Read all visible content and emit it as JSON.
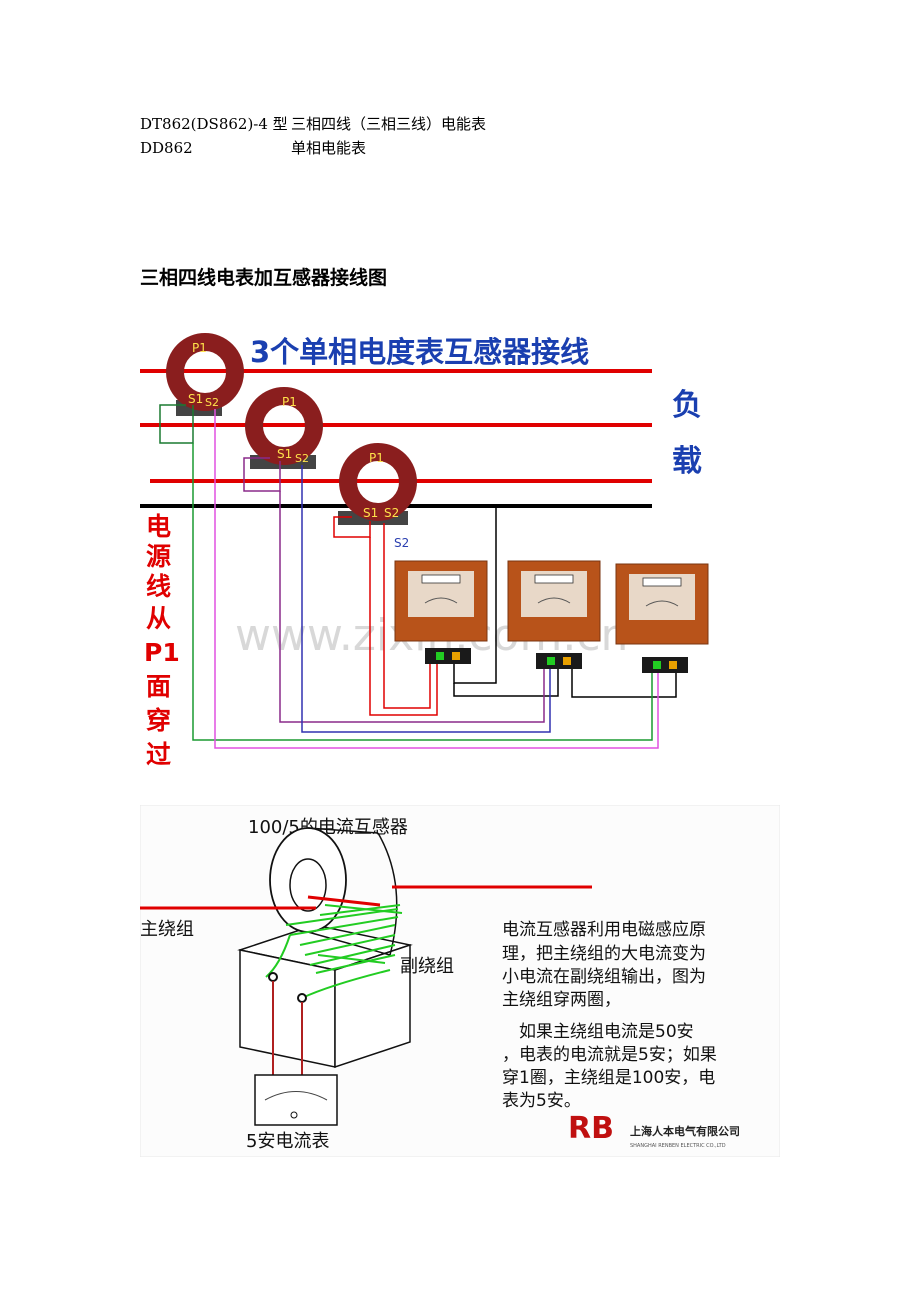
{
  "models": [
    {
      "model": "DT862(DS862)-4 型",
      "desc": "三相四线（三相三线）电能表"
    },
    {
      "model": "DD862",
      "desc": "单相电能表"
    }
  ],
  "section_heading": "三相四线电表加互感器接线图",
  "figure1": {
    "title": "3个单相电度表互感器接线",
    "load_label": [
      "负",
      "载"
    ],
    "source_label": [
      "电",
      "源",
      "线",
      "从",
      "P1",
      "面",
      "穿",
      "过"
    ],
    "ct_labels": {
      "p1": "P1",
      "s1": "S1",
      "s2": "S2"
    },
    "extra_s2": "S2",
    "watermark": "www.zixin.com.cn",
    "colors": {
      "title": "#1a3fb0",
      "source": "#e00000",
      "phase": "#e00000",
      "neutral": "#000000",
      "ct_body": "#8a1e1e"
    }
  },
  "figure2": {
    "ct_label": "100/5的电流互感器",
    "primary_label": "主绕组",
    "secondary_label": "副绕组",
    "meter_label": "5安电流表",
    "explain": [
      "电流互感器利用电磁感应原",
      "理，把主绕组的大电流变为",
      "小电流在副绕组输出，图为",
      "主绕组穿两圈，"
    ],
    "example": [
      "　如果主绕组电流是50安",
      "，电表的电流就是5安；如果",
      "穿1圈，主绕组是100安，电",
      "表为5安。"
    ],
    "logo_text": "RB",
    "company_cn": "上海人本电气有限公司",
    "company_en": "SHANGHAI RENBEN ELECTRIC CO.,LTD",
    "colors": {
      "primary": "#e00000",
      "secondary": "#22cc22",
      "logo": "#c01010"
    }
  }
}
